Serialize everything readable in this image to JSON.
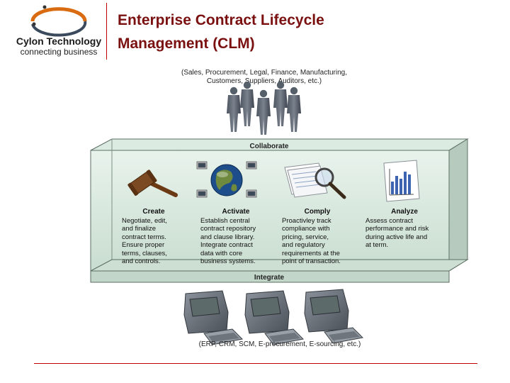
{
  "logo": {
    "name": "Cylon Technology",
    "tagline": "connecting business"
  },
  "title": {
    "line1": "Enterprise Contract Lifecycle",
    "line2": "Management (CLM)"
  },
  "top_caption": {
    "line1": "(Sales, Procurement, Legal, Finance, Manufacturing,",
    "line2": "Customers, Suppliers, Auditors, etc.)"
  },
  "collaborate_label": "Collaborate",
  "integrate_label": "Integrate",
  "columns": [
    {
      "heading": "Create",
      "lines": [
        "Negotiate, edit,",
        "and finalize",
        "contract terms.",
        "Ensure proper",
        "terms, clauses,",
        "and controls."
      ]
    },
    {
      "heading": "Activate",
      "lines": [
        "Establish central",
        "contract repository",
        "and clause library.",
        "Integrate contract",
        "data with core",
        "business systems."
      ]
    },
    {
      "heading": "Comply",
      "lines": [
        "Proactivley track",
        "compliance with",
        "pricing, service,",
        "and regulatory",
        "requirements at the",
        "point of transaction."
      ]
    },
    {
      "heading": "Analyze",
      "lines": [
        "Assess contract",
        "performance and risk",
        "during active life and",
        "at term."
      ]
    }
  ],
  "bottom_caption": "(ERP, CRM, SCM, E-procurement, E-sourcing, etc.)",
  "icons": {
    "create": "gavel-icon",
    "activate": "globe-network-icon",
    "comply": "magnifier-document-icon",
    "analyze": "bar-chart-report-icon",
    "people": "person-icon",
    "computers": "terminal-computer-icon"
  },
  "colors": {
    "title": "#7a1010",
    "band": "#d6e8dc",
    "band_border": "#5c6f63",
    "rule": "#c00000"
  }
}
